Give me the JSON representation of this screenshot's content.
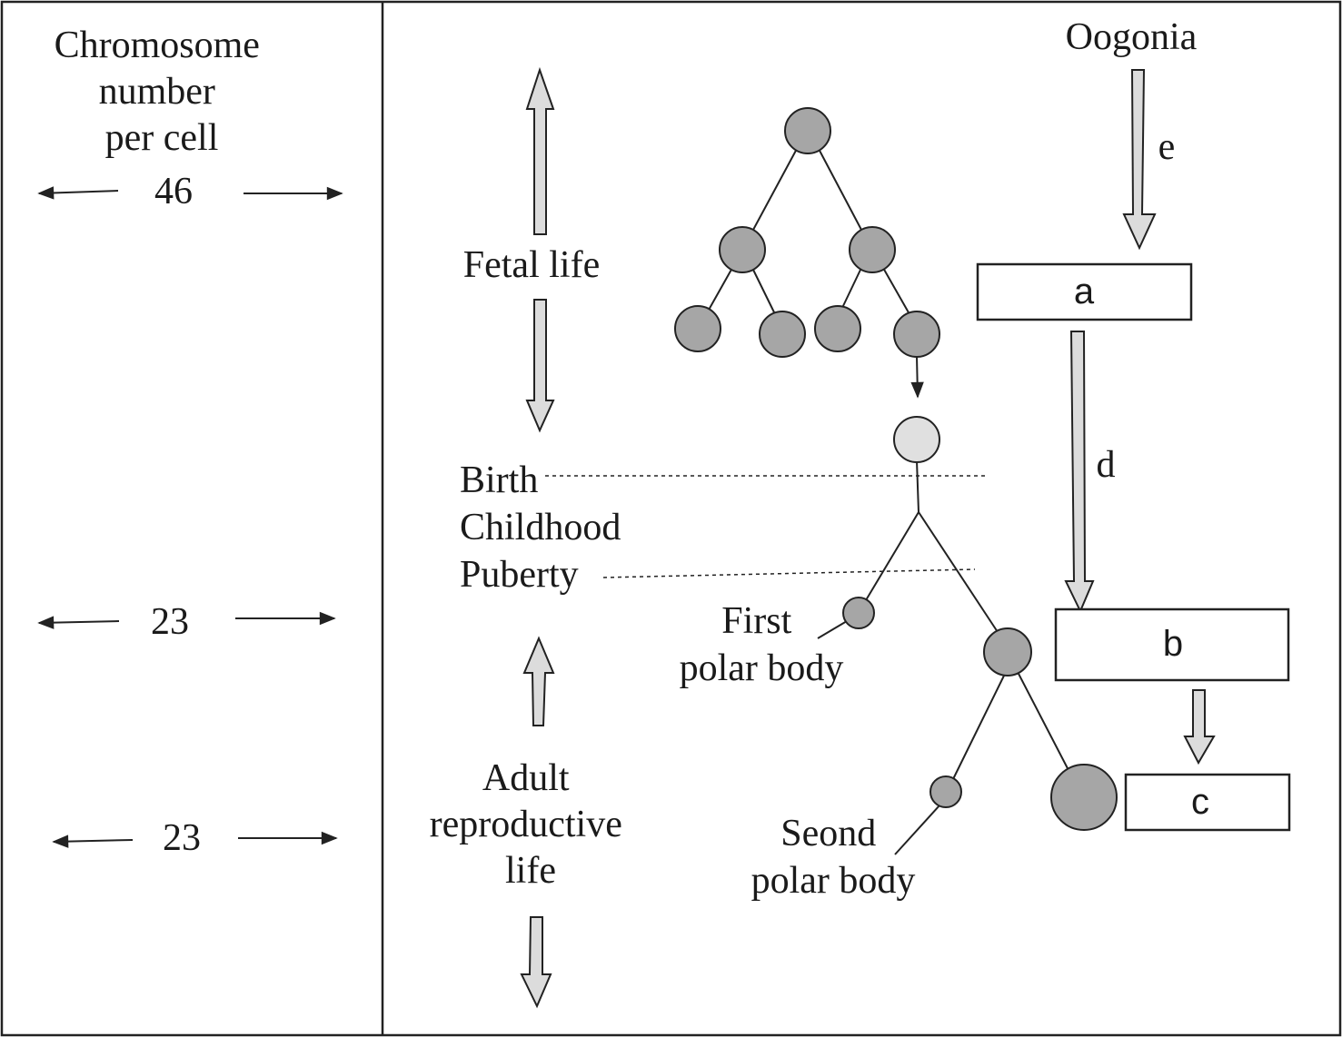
{
  "labels": {
    "chromosome_header": [
      "Chromosome",
      "number",
      "per cell"
    ],
    "chrom_46": "46",
    "chrom_23_a": "23",
    "chrom_23_b": "23",
    "fetal_life": "Fetal life",
    "birth": "Birth",
    "childhood": "Childhood",
    "puberty": "Puberty",
    "adult_life": [
      "Adult",
      "reproductive",
      "life"
    ],
    "oogonia": "Oogonia",
    "first_polar_body": [
      "First",
      "polar body"
    ],
    "second_polar_body": [
      "Seond",
      "polar body"
    ]
  },
  "boxes": {
    "a": "a",
    "b": "b",
    "c": "c"
  },
  "arrow_labels": {
    "e": "e",
    "d": "d"
  },
  "colors": {
    "cell_fill": "#a6a6a6",
    "cell_light_fill": "#e0e0e0",
    "arrow_fill": "#dcdcdc",
    "stroke": "#222222"
  }
}
